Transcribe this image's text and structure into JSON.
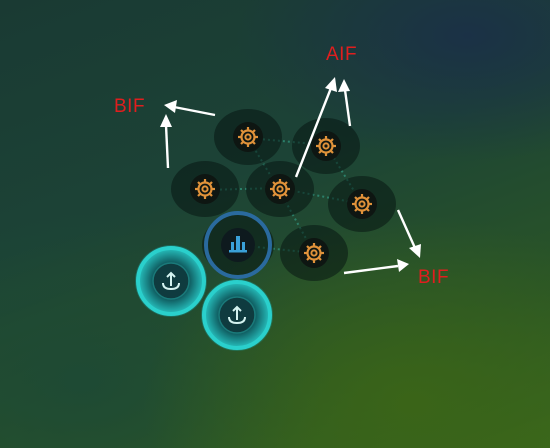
{
  "annotations": {
    "top_left_label": "BIF",
    "top_right_label": "AIF",
    "bottom_right_label": "BIF"
  },
  "colors": {
    "label_red": "#e01e1e",
    "gear_orange": "#e0923a",
    "command_ring_blue": "#2a6a9e",
    "extractor_cyan": "#2ab5b5"
  },
  "icons": {
    "production_node": "gear-icon",
    "command_node": "tower-icon",
    "extractor_node": "upload-icon"
  }
}
